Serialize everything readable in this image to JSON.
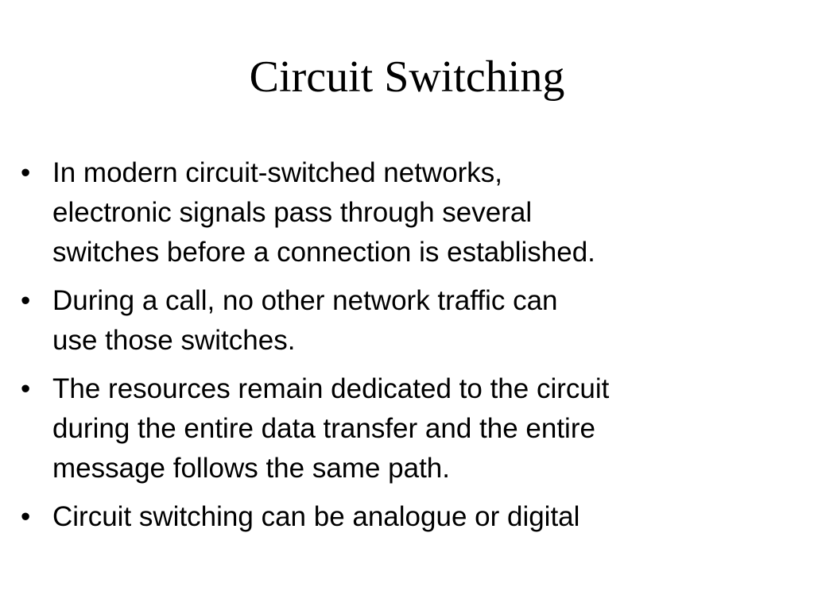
{
  "slide": {
    "title": "Circuit Switching",
    "bullet_marker": "•",
    "bullets": [
      {
        "lines": [
          "In modern circuit-switched networks,",
          "electronic signals pass through several",
          "switches before a connection is established."
        ]
      },
      {
        "lines": [
          "During a call, no other network traffic can",
          "use those switches."
        ]
      },
      {
        "lines": [
          "The resources remain dedicated to the circuit",
          "during the entire data transfer and the entire",
          "message follows the same path."
        ]
      },
      {
        "lines": [
          "Circuit switching can be analogue or digital"
        ]
      }
    ]
  }
}
